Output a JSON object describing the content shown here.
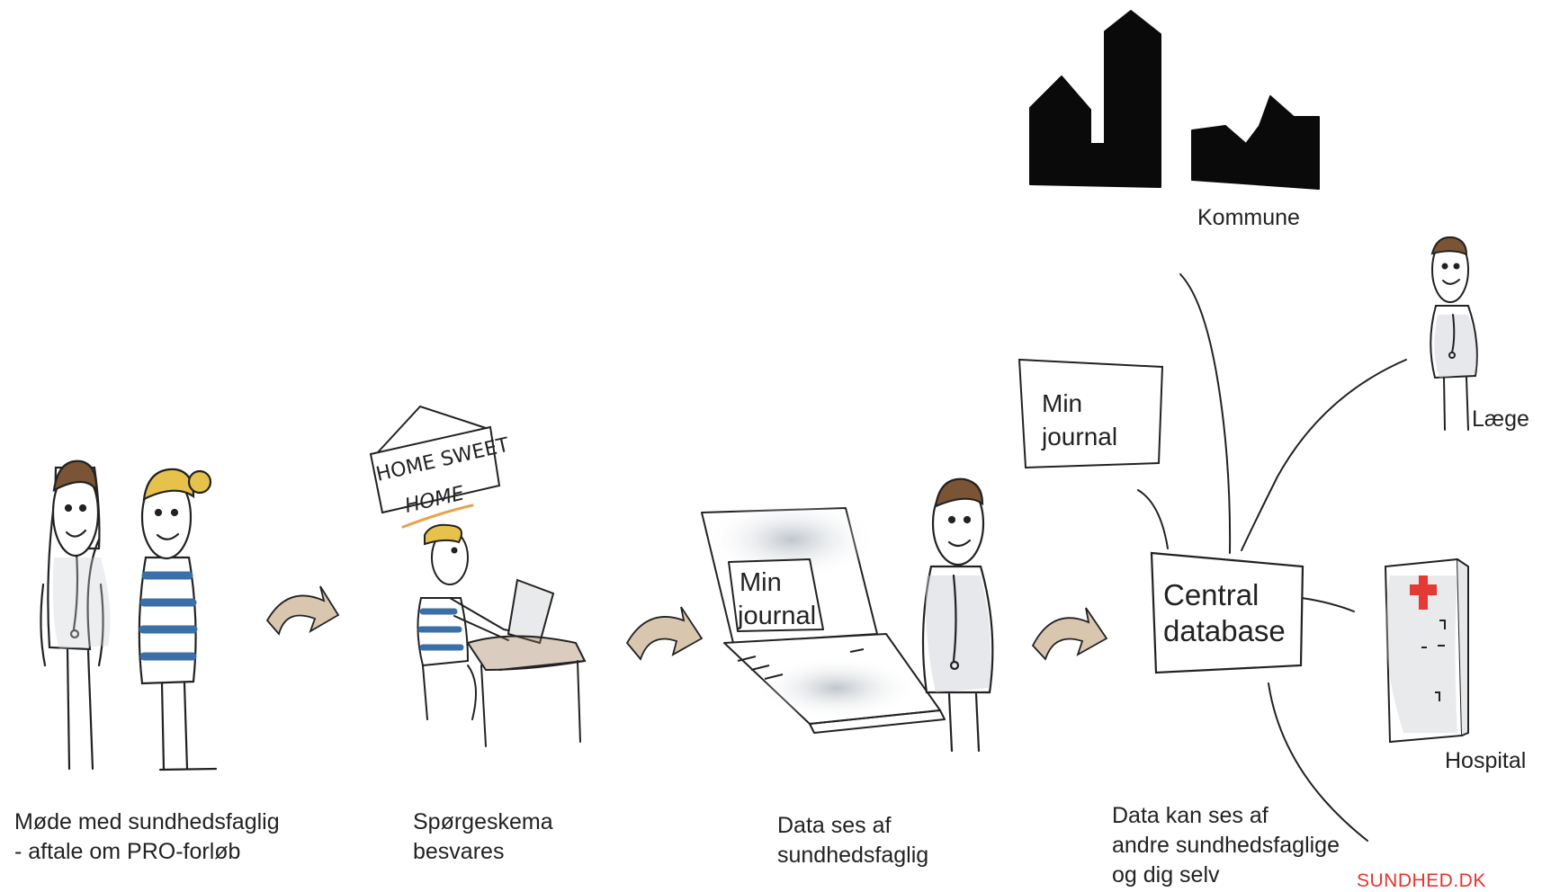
{
  "steps": [
    {
      "caption_line1": "Møde med sundhedsfaglig",
      "caption_line2": "- aftale om PRO-forløb"
    },
    {
      "caption_line1": "Spørgeskema",
      "caption_line2": "besvares"
    },
    {
      "caption_line1": "Data ses af",
      "caption_line2": "sundhedsfaglig"
    },
    {
      "caption_line1": "Data kan ses af",
      "caption_line2": "andre sundhedsfaglige",
      "caption_line3": "og dig selv"
    }
  ],
  "home_sign": {
    "line1": "HOME SWEET",
    "line2": "HOME"
  },
  "laptop_screen": {
    "line1": "Min",
    "line2": "journal"
  },
  "journal_box": {
    "line1": "Min",
    "line2": "journal"
  },
  "database": {
    "line1": "Central",
    "line2": "database"
  },
  "destinations": {
    "kommune": "Kommune",
    "laege": "Læge",
    "hospital": "Hospital"
  },
  "brand": "SUNDHED.DK",
  "colors": {
    "brand": "#e8332f",
    "stripe": "#3a6fa8",
    "hair_blond": "#e7c24a",
    "hair_brown": "#7a5434",
    "arrow": "#d9c6ae",
    "cross": "#e53935"
  },
  "icons": [
    "person-icon",
    "house-icon",
    "laptop-icon",
    "arrow-icon",
    "hospital-building-icon"
  ]
}
